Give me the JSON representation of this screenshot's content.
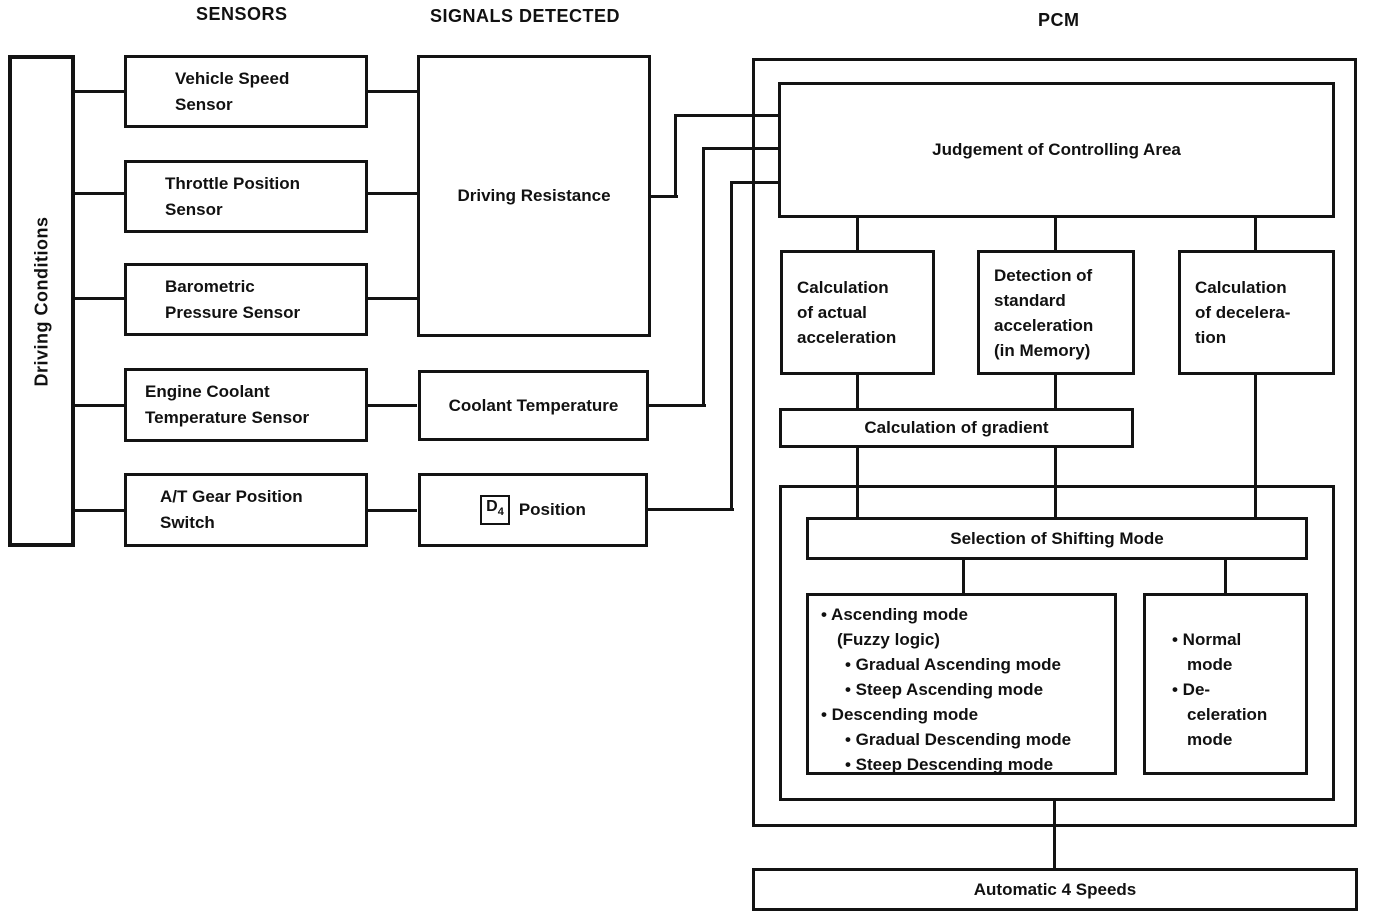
{
  "title_row": {
    "sensors": "SENSORS",
    "signals_detected": "SIGNALS DETECTED",
    "pcm": "PCM"
  },
  "driving_conditions": {
    "label": "Driving Conditions"
  },
  "sensors": [
    {
      "lines": [
        "Vehicle Speed",
        "Sensor"
      ]
    },
    {
      "lines": [
        "Throttle Position",
        "Sensor"
      ]
    },
    {
      "lines": [
        "Barometric",
        "Pressure Sensor"
      ]
    },
    {
      "lines": [
        "Engine Coolant",
        "Temperature Sensor"
      ]
    },
    {
      "lines": [
        "A/T Gear Position",
        "Switch"
      ]
    }
  ],
  "signals": {
    "driving_resistance": "Driving Resistance",
    "coolant_temperature": "Coolant Temperature",
    "d4_position": {
      "letter": "D",
      "subscript": "4",
      "label": "Position"
    }
  },
  "pcm": {
    "judgement": "Judgement of Controlling Area",
    "actual_acceleration": {
      "lines": [
        "Calculation",
        "of actual",
        "acceleration"
      ]
    },
    "standard_acceleration": {
      "lines": [
        "Detection of",
        "standard",
        "acceleration",
        "(in Memory)"
      ]
    },
    "deceleration": {
      "lines": [
        "Calculation",
        "of decelera-",
        "tion"
      ]
    },
    "gradient": "Calculation of gradient",
    "shifting_mode": "Selection of Shifting Mode",
    "ascending_descending": {
      "lines": [
        "• Ascending mode",
        "(Fuzzy logic)",
        "• Gradual Ascending mode",
        "• Steep Ascending mode",
        "• Descending mode",
        "• Gradual Descending mode",
        "• Steep Descending mode"
      ]
    },
    "normal_deceleration": {
      "lines": [
        "• Normal",
        "mode",
        "• De-",
        "celeration",
        "mode"
      ]
    }
  },
  "output": {
    "automatic": "Automatic 4 Speeds"
  },
  "colors": {
    "ink": "#131313",
    "paper": "#ffffff"
  }
}
